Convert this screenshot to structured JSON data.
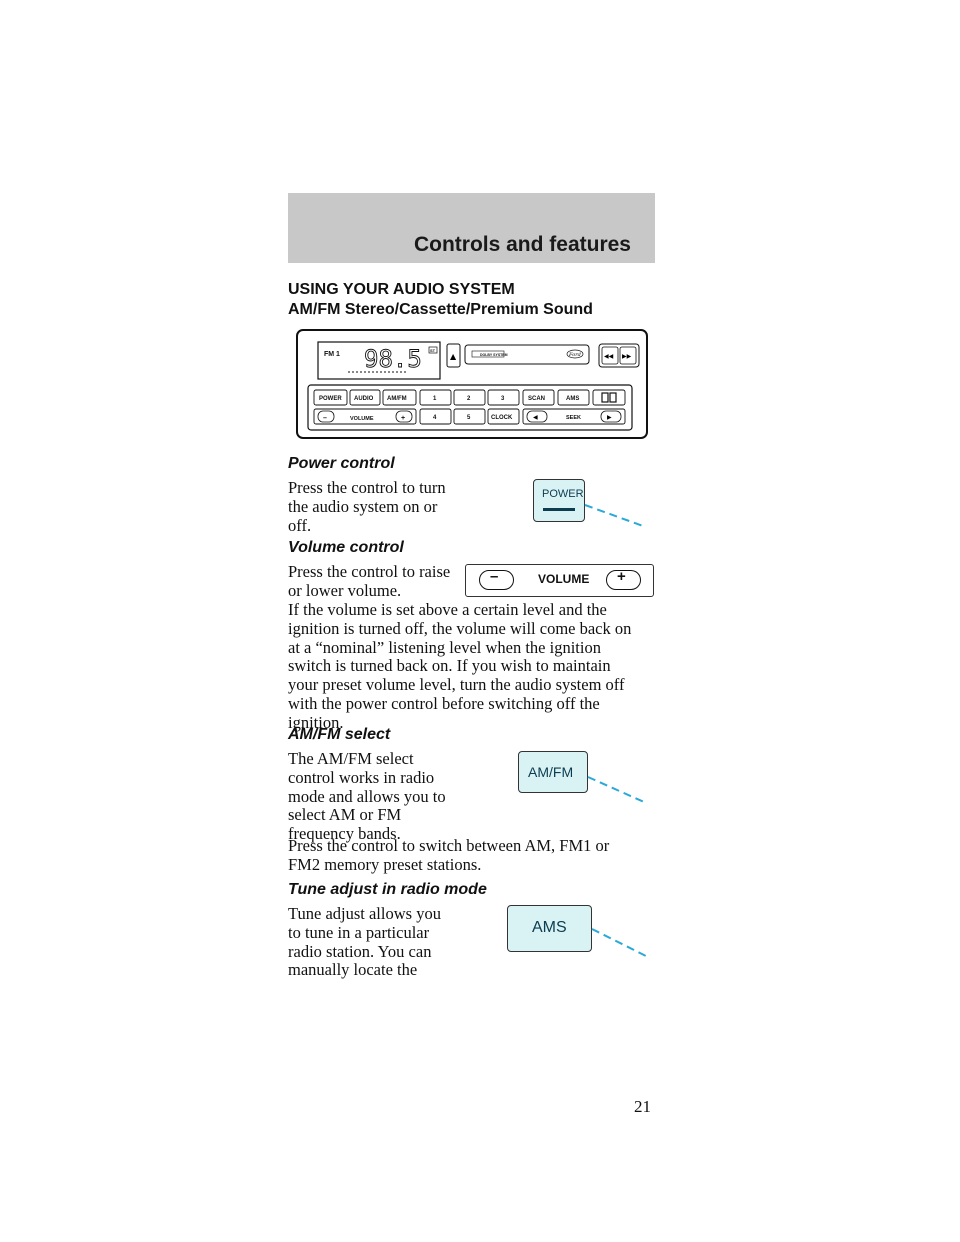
{
  "header": {
    "title": "Controls and features"
  },
  "heading": "USING YOUR AUDIO SYSTEM",
  "subheading": "AM/FM Stereo/Cassette/Premium Sound",
  "radio": {
    "band": "FM 1",
    "frequency": "98.5",
    "indicator": "ST",
    "cassette_label": "DOLBY SYSTEM",
    "brand": "Ford",
    "buttons": {
      "power": "POWER",
      "audio": "AUDIO",
      "amfm": "AM/FM",
      "preset1": "1",
      "preset2": "2",
      "preset3": "3",
      "preset4": "4",
      "preset5": "5",
      "scan": "SCAN",
      "ams": "AMS",
      "clock": "CLOCK",
      "volume": "VOLUME",
      "volume_minus": "–",
      "volume_plus": "+",
      "seek": "SEEK",
      "seek_left": "◀",
      "seek_right": "▶",
      "eject": "▲",
      "rewind": "◀◀",
      "fast_forward": "▶▶"
    }
  },
  "sections": {
    "power": {
      "title": "Power control",
      "text": "Press the control to turn the audio system on or off.",
      "button_label": "POWER"
    },
    "volume": {
      "title": "Volume control",
      "text1": "Press the control to raise or lower volume.",
      "text2": "If the volume is set above a certain level and the ignition is turned off, the volume will come back on at a “nominal” listening level when the ignition switch is turned back on. If you wish to maintain your preset volume level, turn the audio system off with the power control before switching off the ignition.",
      "button_label": "VOLUME",
      "minus": "–",
      "plus": "+"
    },
    "amfm": {
      "title": "AM/FM select",
      "text1": "The AM/FM select control works in radio mode and allows you to select AM or FM frequency bands.",
      "text2": "Press the control to switch between AM, FM1 or FM2 memory preset stations.",
      "button_label": "AM/FM"
    },
    "tune": {
      "title": "Tune adjust in radio mode",
      "text": "Tune adjust allows you to tune in a particular radio station. You can manually locate the",
      "button_label": "AMS"
    }
  },
  "page_number": "21",
  "colors": {
    "header_bg": "#c8c8c8",
    "button_fill": "#d9f2f4",
    "callout_line": "#2aa9d8"
  }
}
